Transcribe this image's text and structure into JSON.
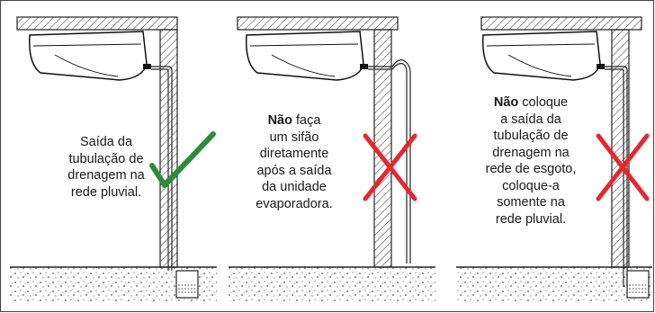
{
  "panels": [
    {
      "bold": "",
      "text": "Saída da\ntubulação de\ndrenagem na\nrede pluvial.",
      "mark": "check",
      "mark_color": "#2e8b3a"
    },
    {
      "bold": "Não",
      "text": " faça\num sifão\ndiretamente\napós a saída\nda unidade\nevaporadora.",
      "mark": "cross",
      "mark_color": "#e8262d"
    },
    {
      "bold": "Não",
      "text": " coloque\na saída da\ntubulação de\ndrenagem na\nrede de esgoto,\ncoloque-a\nsomente na\nrede pluvial.",
      "mark": "cross",
      "mark_color": "#e8262d"
    }
  ]
}
